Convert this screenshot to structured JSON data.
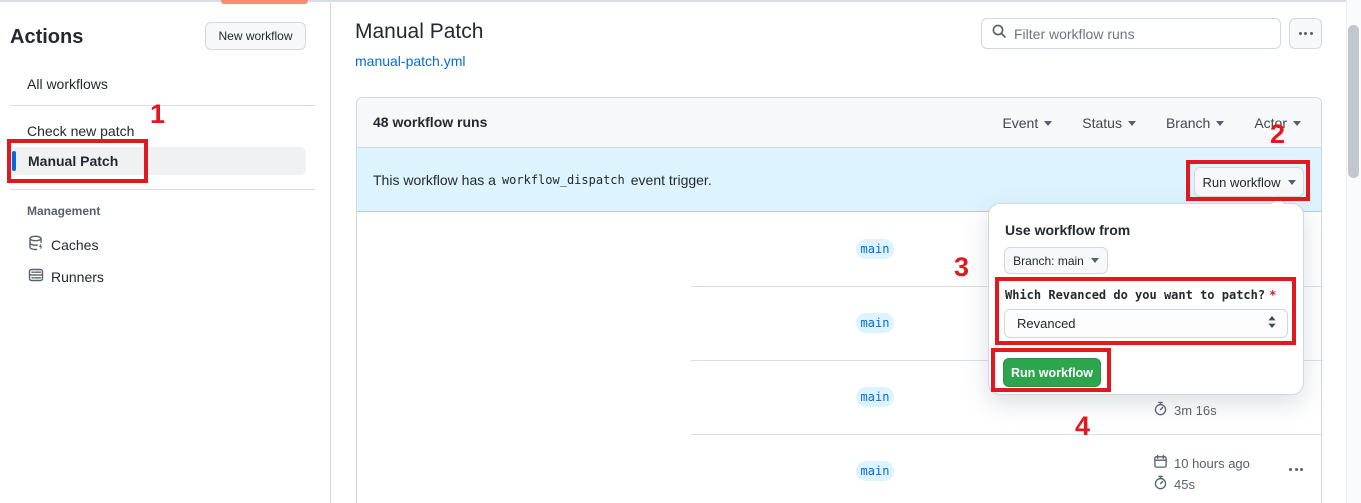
{
  "colors": {
    "annotation_red": "#e0181f",
    "link_blue": "#0969da",
    "selected_accent_blue": "#0969da",
    "banner_blue_bg": "#ddf4ff",
    "branch_badge_bg": "#ddf4ff",
    "run_button_green": "#2da44e",
    "tab_indicator_coral": "#fd8c73"
  },
  "annotations": {
    "labels": [
      "1",
      "2",
      "3",
      "4"
    ]
  },
  "sidebar": {
    "title": "Actions",
    "new_workflow_button": "New workflow",
    "items": [
      {
        "label": "All workflows",
        "selected": false
      },
      {
        "label": "Check new patch",
        "selected": false
      },
      {
        "label": "Manual Patch",
        "selected": true
      }
    ],
    "management": {
      "heading": "Management",
      "items": [
        {
          "label": "Caches",
          "icon": "cache-icon"
        },
        {
          "label": "Runners",
          "icon": "server-icon"
        }
      ]
    }
  },
  "header": {
    "title": "Manual Patch",
    "workflow_file_link": "manual-patch.yml",
    "filter_placeholder": "Filter workflow runs"
  },
  "runs_panel": {
    "count_label": "48 workflow runs",
    "filters": [
      {
        "label": "Event"
      },
      {
        "label": "Status"
      },
      {
        "label": "Branch"
      },
      {
        "label": "Actor"
      }
    ],
    "banner": {
      "text_before": "This workflow has a",
      "code": "workflow_dispatch",
      "text_after": "event trigger.",
      "run_workflow_label": "Run workflow"
    },
    "rows": [
      {
        "branch": "main"
      },
      {
        "branch": "main"
      },
      {
        "branch": "main",
        "duration": "3m 16s"
      },
      {
        "branch": "main",
        "time": "10 hours ago",
        "duration": "45s"
      }
    ]
  },
  "popup": {
    "heading": "Use workflow from",
    "branch_button": "Branch: main",
    "input_label": "Which Revanced do you want to patch?",
    "required_mark": "*",
    "select_value": "Revanced",
    "run_button": "Run workflow"
  }
}
